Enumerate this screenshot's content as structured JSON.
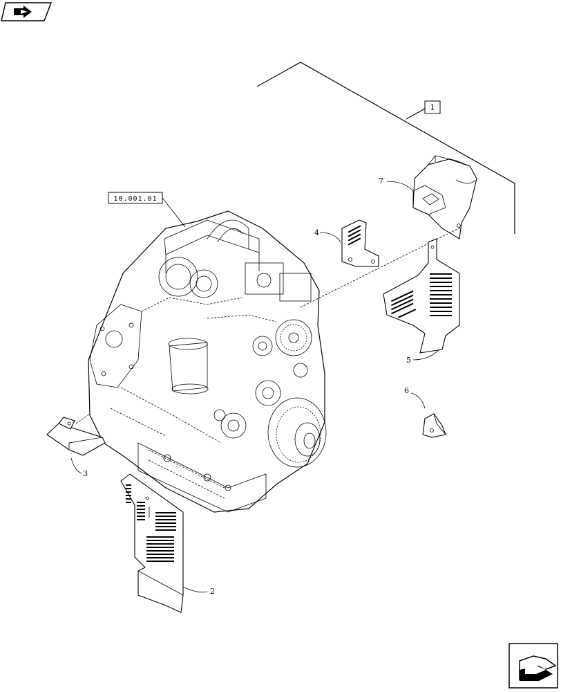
{
  "reference_label": "10.001.01",
  "group_label": "1",
  "callouts": {
    "c2": "2",
    "c3": "3",
    "c4": "4",
    "c5": "5",
    "c6": "6",
    "c7": "7"
  },
  "icons": {
    "top_left": "book-arrow-icon",
    "bottom_right": "next-page-arrow-icon"
  }
}
